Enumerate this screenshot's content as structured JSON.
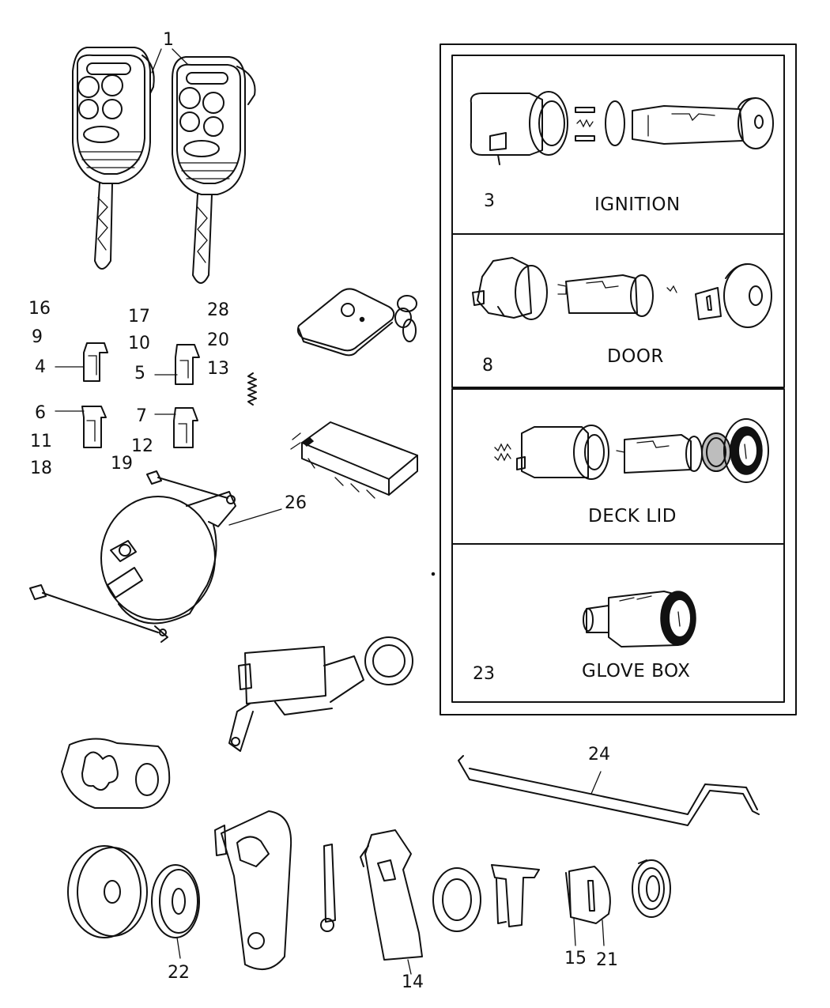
{
  "callouts": {
    "c1": "1",
    "c3": "3",
    "c4": "4",
    "c5": "5",
    "c6": "6",
    "c7": "7",
    "c8": "8",
    "c9": "9",
    "c10": "10",
    "c11": "11",
    "c12": "12",
    "c13": "13",
    "c14": "14",
    "c15": "15",
    "c16": "16",
    "c17": "17",
    "c18": "18",
    "c19": "19",
    "c20": "20",
    "c21": "21",
    "c22": "22",
    "c23": "23",
    "c24": "24",
    "c26": "26",
    "c28": "28"
  },
  "panels": {
    "ignition": "IGNITION",
    "door": "DOOR",
    "deck_lid": "DECK LID",
    "glove_box": "GLOVE BOX"
  }
}
